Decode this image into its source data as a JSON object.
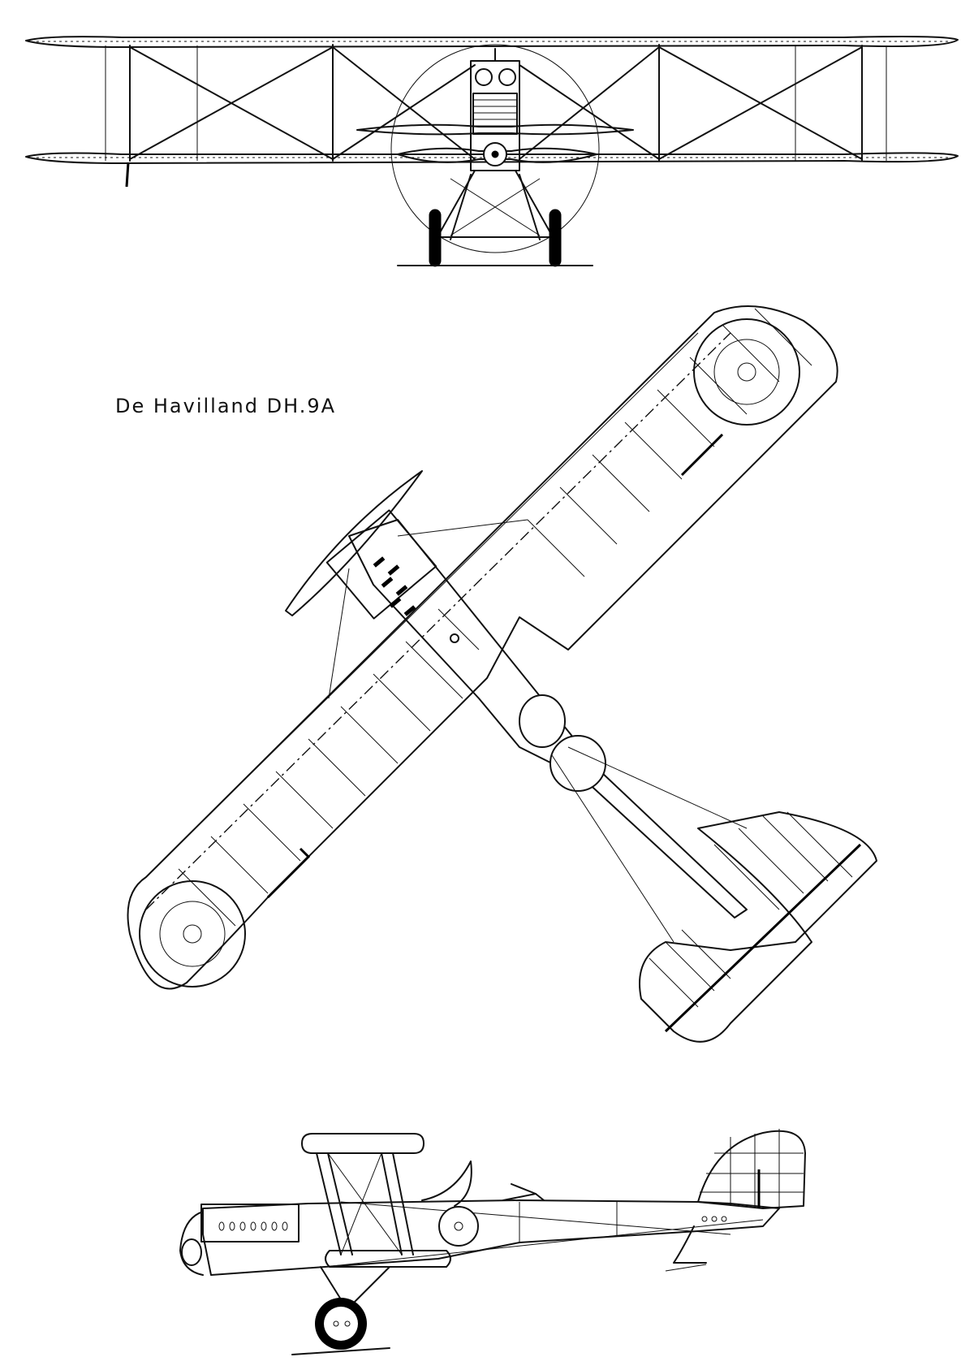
{
  "drawing": {
    "title": "De Havilland DH.9A",
    "views": [
      "front-view",
      "plan-view",
      "side-view"
    ]
  },
  "colors": {
    "ink": "#111111",
    "paper": "#ffffff"
  }
}
